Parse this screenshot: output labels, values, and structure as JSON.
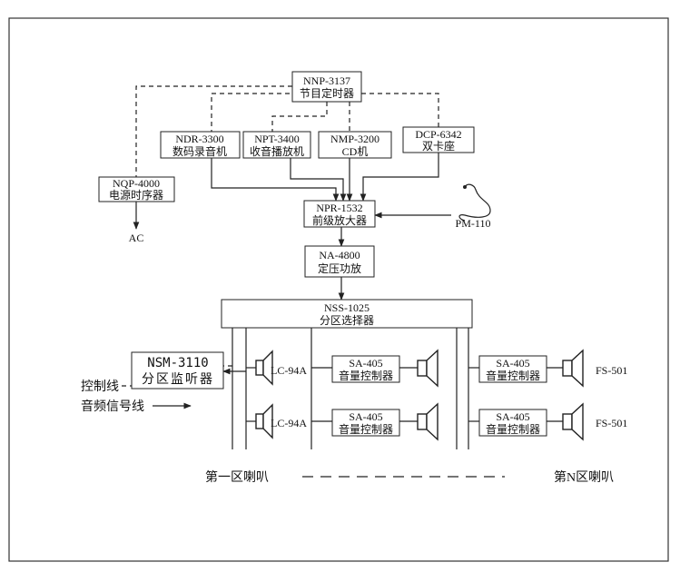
{
  "devices": {
    "nnp": {
      "model": "NNP-3137",
      "name": "节目定时器"
    },
    "ndr": {
      "model": "NDR-3300",
      "name": "数码录音机"
    },
    "npt": {
      "model": "NPT-3400",
      "name": "收音播放机"
    },
    "nmp": {
      "model": "NMP-3200",
      "name": "CD机"
    },
    "dcp": {
      "model": "DCP-6342",
      "name": "双卡座"
    },
    "nqp": {
      "model": "NQP-4000",
      "name": "电源时序器"
    },
    "npr": {
      "model": "NPR-1532",
      "name": "前级放大器"
    },
    "na": {
      "model": "NA-4800",
      "name": "定压功放"
    },
    "nss": {
      "model": "NSS-1025",
      "name": "分区选择器"
    },
    "nsm": {
      "model": "NSM-3110",
      "name": "分区监听器"
    }
  },
  "labels": {
    "ac": "AC",
    "mic": "PM-110",
    "lc1": "LC-94A",
    "lc2": "LC-94A",
    "fs1": "FS-501",
    "fs2": "FS-501"
  },
  "volume_controls": {
    "model": "SA-405",
    "name": "音量控制器"
  },
  "legend": {
    "control_line": "控制线",
    "audio_line": "音频信号线"
  },
  "zones": {
    "first": "第一区喇叭",
    "nth": "第N区喇叭"
  }
}
